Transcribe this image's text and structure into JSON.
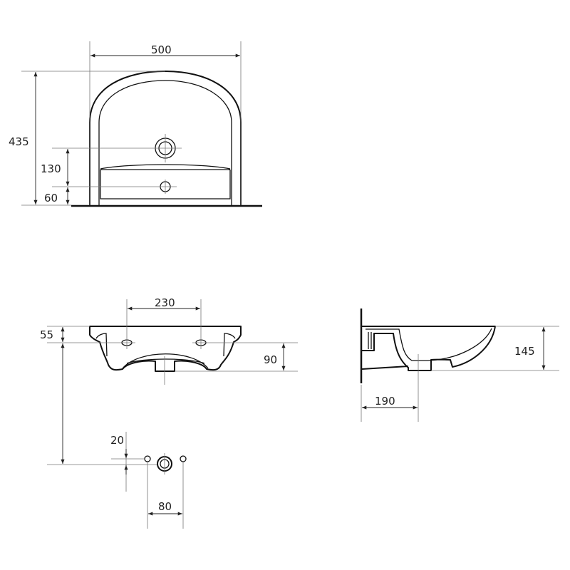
{
  "front_view": {
    "width": "500",
    "height": "435",
    "tap_hole_height": "130",
    "overflow_height": "60"
  },
  "top_view": {
    "tap_spacing": "230",
    "rim_to_holes": "55",
    "hole_to_bottom": "90"
  },
  "fixing_view": {
    "offset": "20",
    "bolt_spacing": "80"
  },
  "side_view": {
    "depth": "145",
    "wall_to_drain": "190"
  },
  "colors": {
    "line": "#111111",
    "dimension": "#777777"
  }
}
